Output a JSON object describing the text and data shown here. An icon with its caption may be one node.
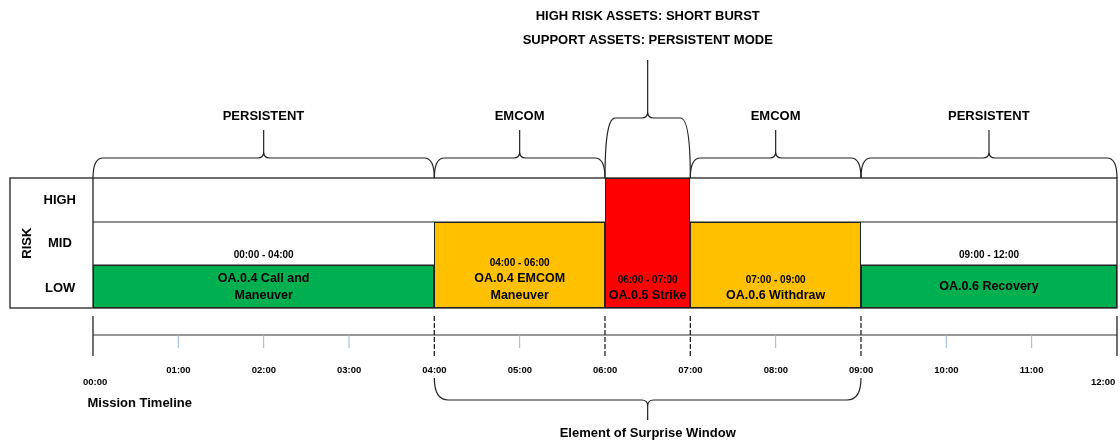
{
  "diagram": {
    "nodes": [
      {
        "text": [
          "00:00 - 04:00",
          "OA.0.4 Call and Maneuver"
        ]
      },
      {
        "text": [
          "04:00 - 06:00",
          "OA.0.4 EMCOM Maneuver"
        ]
      },
      {
        "text": [
          "06:00 - 07:00",
          "OA.0.5 Strike"
        ]
      },
      {
        "text": [
          "07:00 - 09:00",
          "OA.0.6 Withdraw"
        ]
      },
      {
        "text": [
          "09:00 - 12:00",
          "OA.0.6 Recovery"
        ]
      }
    ],
    "labels": [
      "HIGH RISK ASSETS: SHORT BURST",
      "SUPPORT ASSETS: PERSISTENT MODE",
      "PERSISTENT",
      "EMCOM",
      "EMCOM",
      "PERSISTENT",
      "HIGH",
      "RISK",
      "MID",
      "LOW",
      "00:00",
      "01:00",
      "02:00",
      "03:00",
      "04:00",
      "05:00",
      "06:00",
      "07:00",
      "08:00",
      "09:00",
      "10:00",
      "11:00",
      "12:00",
      "Mission Timeline",
      "Element of Surprise Window"
    ]
  }
}
